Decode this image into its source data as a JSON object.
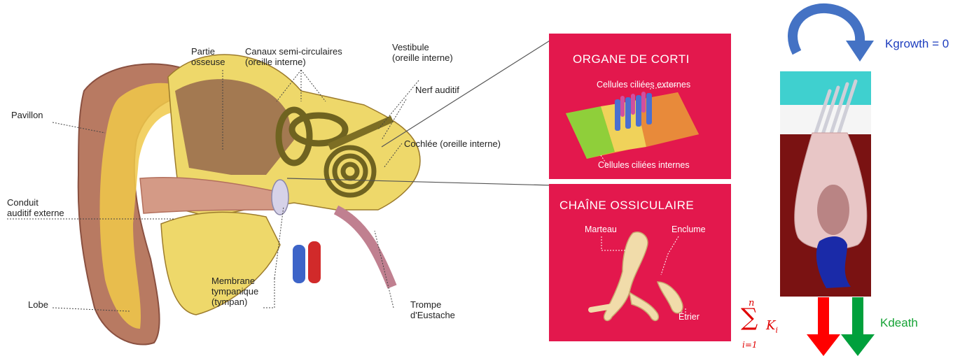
{
  "ear_labels": {
    "pavillon": "Pavillon",
    "partie_osseuse": "Partie\nosseuse",
    "canaux": "Canaux semi-circulaires\n(oreille interne)",
    "vestibule": "Vestibule\n(oreille interne)",
    "nerf": "Nerf auditif",
    "cochlee": "Cochlée (oreille interne)",
    "conduit": "Conduit\nauditif externe",
    "membrane": "Membrane\ntympanique\n(tympan)",
    "trompe": "Trompe\nd'Eustache",
    "lobe": "Lobe"
  },
  "panel_corti": {
    "title": "ORGANE DE CORTI",
    "externes": "Cellules ciliées externes",
    "internes": "Cellules ciliées internes"
  },
  "panel_chaine": {
    "title": "CHAÎNE OSSICULAIRE",
    "marteau": "Marteau",
    "enclume": "Enclume",
    "etrier": "Étrier"
  },
  "cell_diagram": {
    "kgrowth": "Kgrowth = 0",
    "kdeath": "Kdeath",
    "sum_upper": "n",
    "sum_lower": "i=1",
    "sum_symbol": "∑",
    "sum_term": "K",
    "sum_term_sub": "i"
  },
  "colors": {
    "panel_bg": "#e3184d",
    "arrow_blue": "#4472c4",
    "arrow_red": "#ff0000",
    "arrow_green": "#00a03c",
    "cell_bg": "#7a1212",
    "membrane_top": "#3fd0cf"
  }
}
